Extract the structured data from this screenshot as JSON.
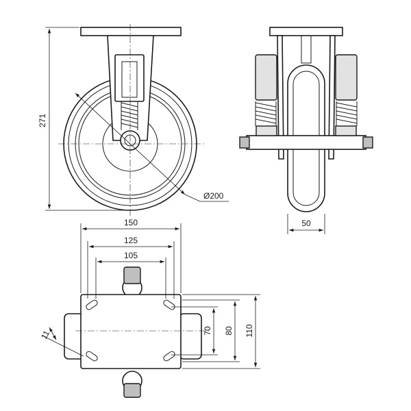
{
  "dimensions": {
    "height": "271",
    "wheel_diameter": "Ø200",
    "wheel_width": "50",
    "plate_length": "150",
    "hole_spacing_outer": "125",
    "hole_spacing_inner": "105",
    "slot_width": "11",
    "hole_spacing_short": "70",
    "hole_span_mid": "80",
    "plate_width": "110"
  }
}
